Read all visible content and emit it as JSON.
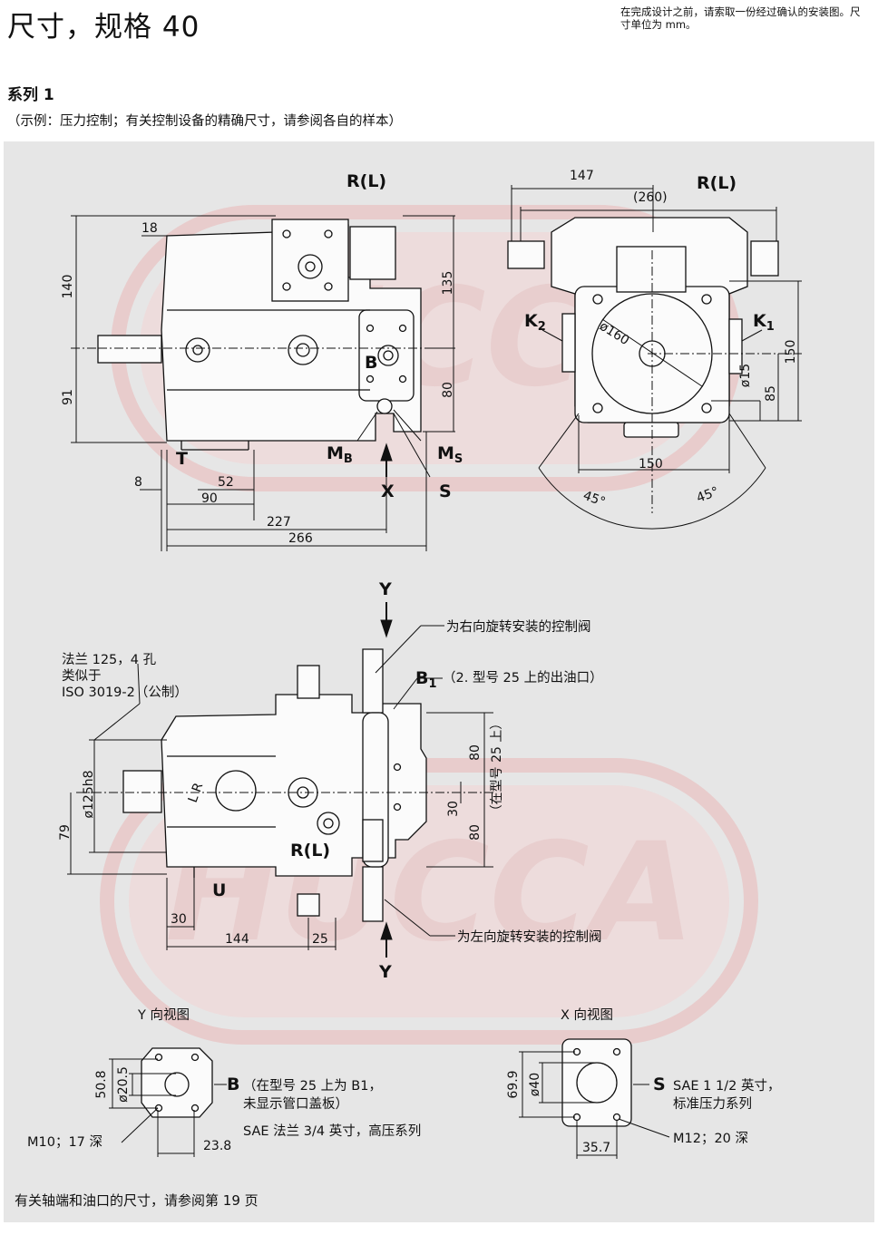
{
  "header": {
    "title": "尺寸，规格 40",
    "note": "在完成设计之前，请索取一份经过确认的安装图。尺寸单位为 mm。"
  },
  "section": {
    "series": "系列 1",
    "example": "（示例：压力控制；有关控制设备的精确尺寸，请参阅各自的样本）"
  },
  "watermark": "HUCCA",
  "drawing1": {
    "labels": {
      "rl": "R(L)",
      "b": "B",
      "t": "T",
      "mb": "M",
      "mb_sub": "B",
      "ms": "M",
      "ms_sub": "S",
      "x": "X",
      "s": "S"
    },
    "dims": {
      "d18": "18",
      "d140": "140",
      "d91": "91",
      "d135": "135",
      "d80": "80",
      "d8": "8",
      "d52": "52",
      "d90": "90",
      "d227": "227",
      "d266": "266"
    }
  },
  "drawing2": {
    "labels": {
      "rl": "R(L)",
      "k2": "K",
      "k2_sub": "2",
      "k1": "K",
      "k1_sub": "1"
    },
    "dims": {
      "d147": "147",
      "d260": "(260)",
      "d160": "ø160",
      "d150v": "150",
      "d15": "ø15",
      "d85": "85",
      "d150h": "150",
      "a45l": "45°",
      "a45r": "45°"
    }
  },
  "drawing3": {
    "labels": {
      "y_top": "Y",
      "y_bottom": "Y",
      "b1": "B",
      "b1_sub": "1",
      "rl": "R(L)",
      "u": "U",
      "lr": "L R"
    },
    "annotations": {
      "right_valve": "为右向旋转安装的控制阀",
      "b1_note": "（2. 型号 25 上的出油口）",
      "flange_1": "法兰 125，4 孔",
      "flange_2": "类似于",
      "flange_3": "ISO 3019-2（公制）",
      "left_valve": "为左向旋转安装的控制阀"
    },
    "dims": {
      "d125": "ø125h8",
      "d79": "79",
      "d80a": "80",
      "d30v": "30",
      "d80b": "80",
      "model25": "（在型号 25 上）",
      "d30h": "30",
      "d144": "144",
      "d25": "25"
    }
  },
  "view_y": {
    "title": "Y 向视图",
    "label": "B",
    "note_1": "（在型号 25 上为 B1，",
    "note_2": "未显示管口盖板）",
    "spec": "SAE 法兰 3/4 英寸，高压系列",
    "dims": {
      "d508": "50.8",
      "d205": "ø20.5",
      "d238": "23.8"
    },
    "thread": "M10；17 深"
  },
  "view_x": {
    "title": "X 向视图",
    "label": "S",
    "spec_1": "SAE 1 1/2 英寸，",
    "spec_2": "标准压力系列",
    "dims": {
      "d699": "69.9",
      "d40": "ø40",
      "d357": "35.7"
    },
    "thread": "M12；20 深"
  },
  "footer": {
    "text": "有关轴端和油口的尺寸，请参阅第 19 页"
  },
  "colors": {
    "panel": "#e6e6e6",
    "watermark": "#f2c8c8",
    "line": "#111111",
    "part_fill": "#fbfbfb"
  }
}
